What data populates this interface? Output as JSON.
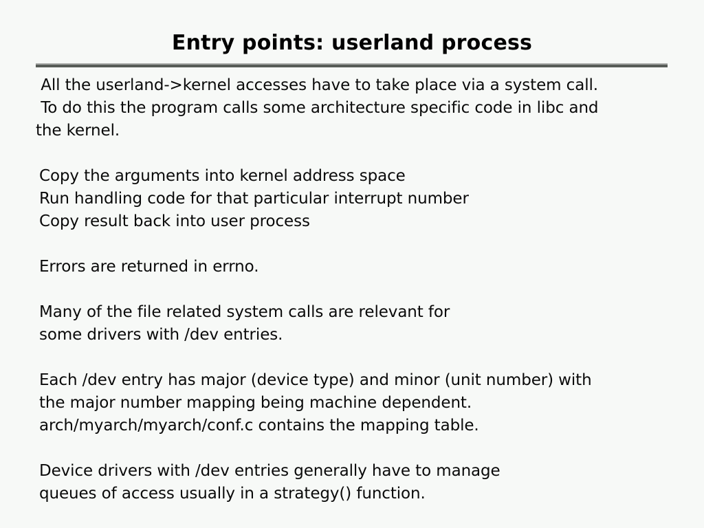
{
  "slide": {
    "title": "Entry points: userland process",
    "background_color": "#f7f9f7",
    "text_color": "#0a0a0a",
    "rule_color": "#585d58",
    "rule_highlight_color": "#a9aba9",
    "blocks": [
      {
        "name": "syscall-intro",
        "lines": [
          " All the userland->kernel accesses have to take place via a system call.",
          " To do this the program calls some architecture specific code in libc and",
          "the kernel."
        ]
      },
      {
        "name": "syscall-steps",
        "lines": [
          "Copy the arguments into kernel address space",
          "Run handling code for that particular interrupt number",
          "Copy result back into user process"
        ]
      },
      {
        "name": "errno-note",
        "lines": [
          "Errors are returned in errno."
        ]
      },
      {
        "name": "file-syscalls",
        "lines": [
          "Many of the file related system calls are relevant for",
          "some drivers with /dev entries."
        ]
      },
      {
        "name": "dev-major-minor",
        "lines": [
          "Each /dev entry has major (device type) and minor (unit number) with",
          "the major number mapping being machine dependent.",
          "arch/myarch/myarch/conf.c contains the mapping table."
        ]
      },
      {
        "name": "driver-queues",
        "lines": [
          "Device drivers with /dev entries generally have to manage",
          "queues of access usually in a strategy() function."
        ]
      }
    ]
  }
}
